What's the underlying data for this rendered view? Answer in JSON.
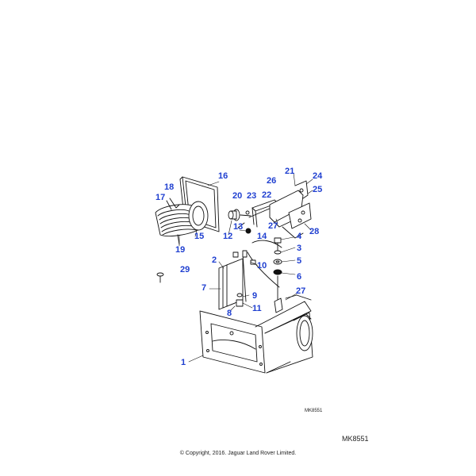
{
  "callouts": [
    "1",
    "2",
    "3",
    "4",
    "5",
    "6",
    "7",
    "8",
    "9",
    "10",
    "11",
    "12",
    "13",
    "14",
    "15",
    "16",
    "17",
    "18",
    "19",
    "20",
    "21",
    "22",
    "23",
    "24",
    "25",
    "26",
    "27",
    "27",
    "28",
    "29"
  ],
  "diagram_ref_small": "MK8551",
  "diagram_ref_large": "MK8551",
  "copyright": "© Copyright, 2016. Jaguar Land Rover Limited.",
  "colors": {
    "callout": "#1f3fd0",
    "line": "#111111"
  }
}
